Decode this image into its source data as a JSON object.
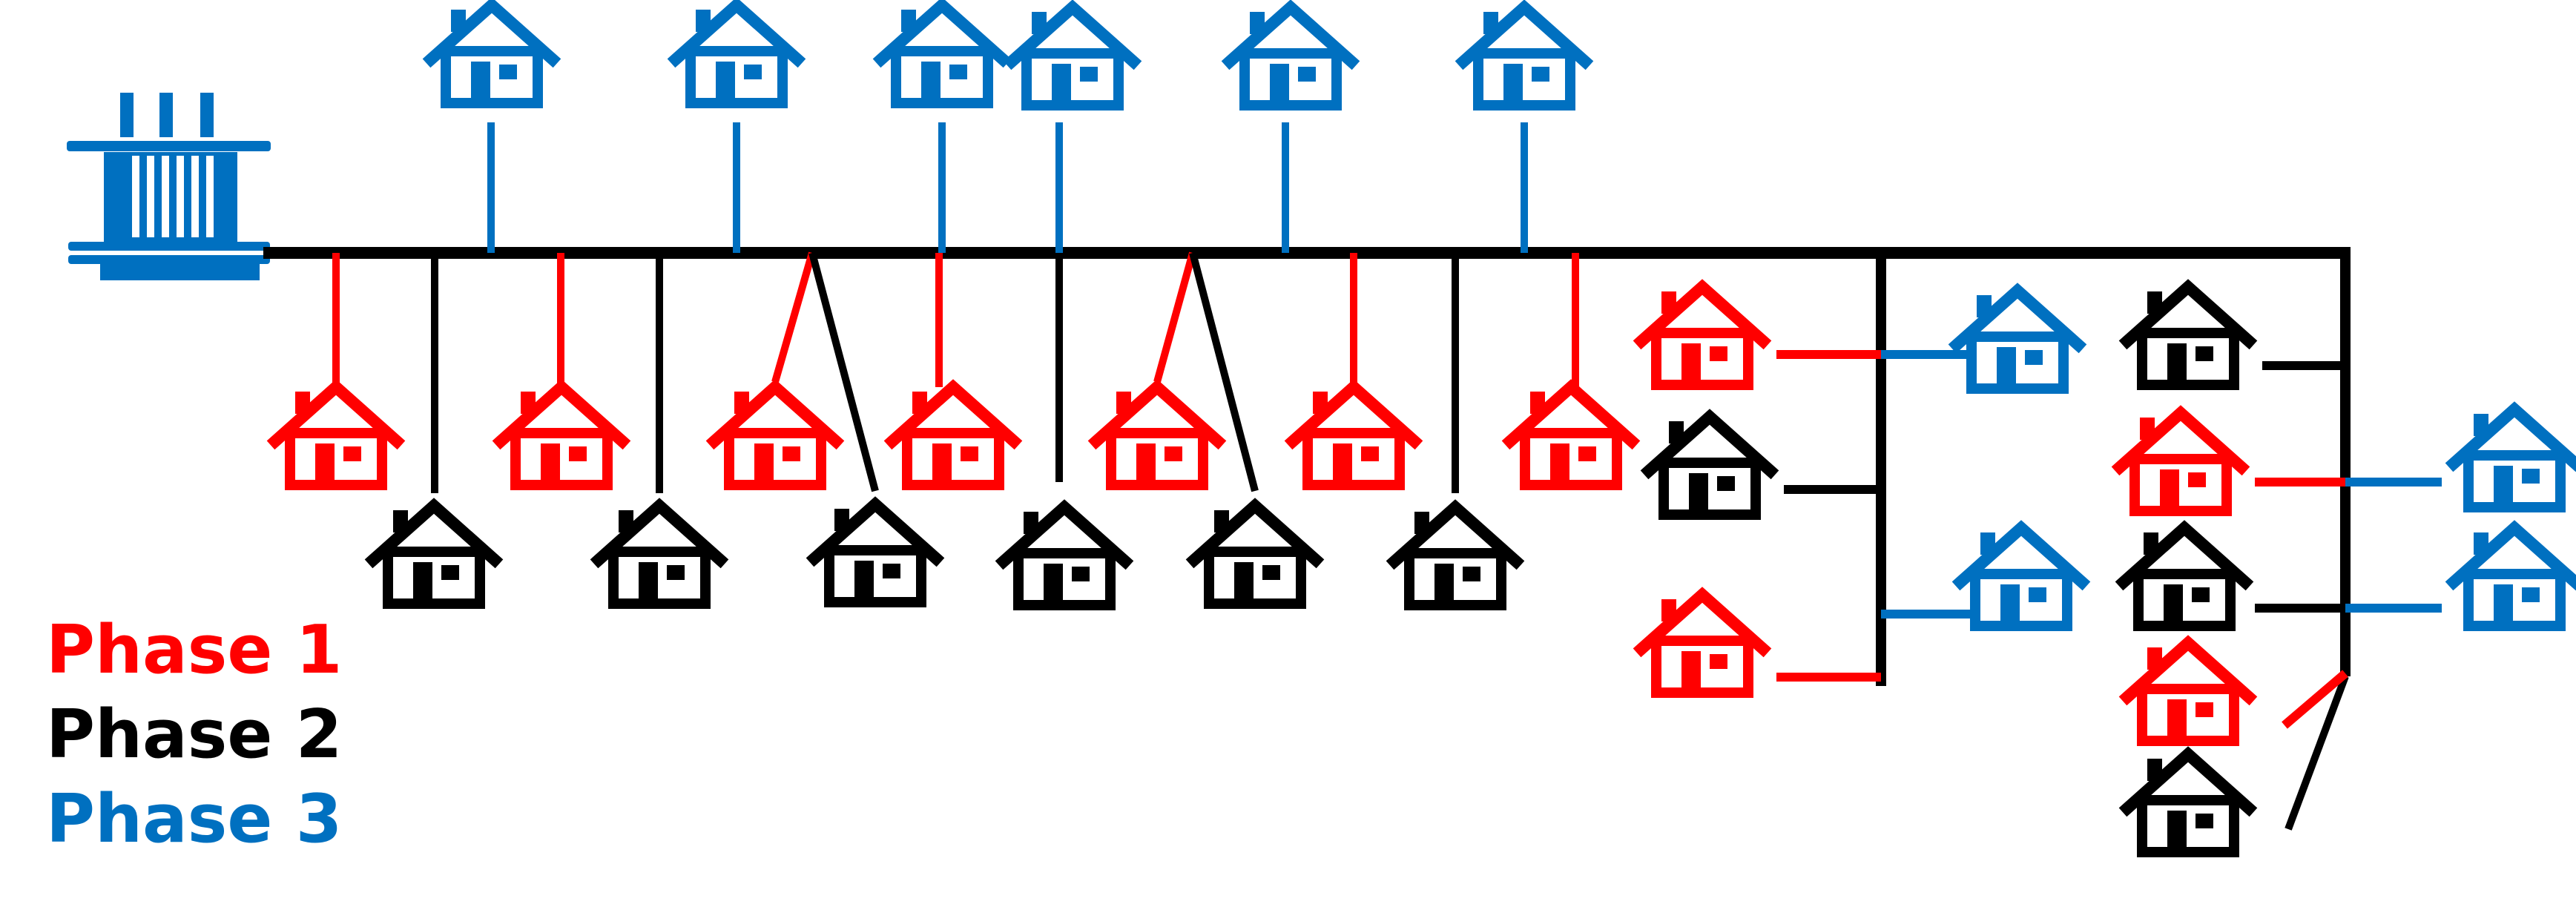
{
  "colors": {
    "phase1": "#ff0000",
    "phase2": "#000000",
    "phase3": "#0070c0"
  },
  "legend": [
    {
      "label": "Phase 1",
      "phase": "phase1"
    },
    {
      "label": "Phase 2",
      "phase": "phase2"
    },
    {
      "label": "Phase 3",
      "phase": "phase3"
    }
  ],
  "icons": {
    "transformer": "transformer-icon",
    "house": "house-icon"
  }
}
